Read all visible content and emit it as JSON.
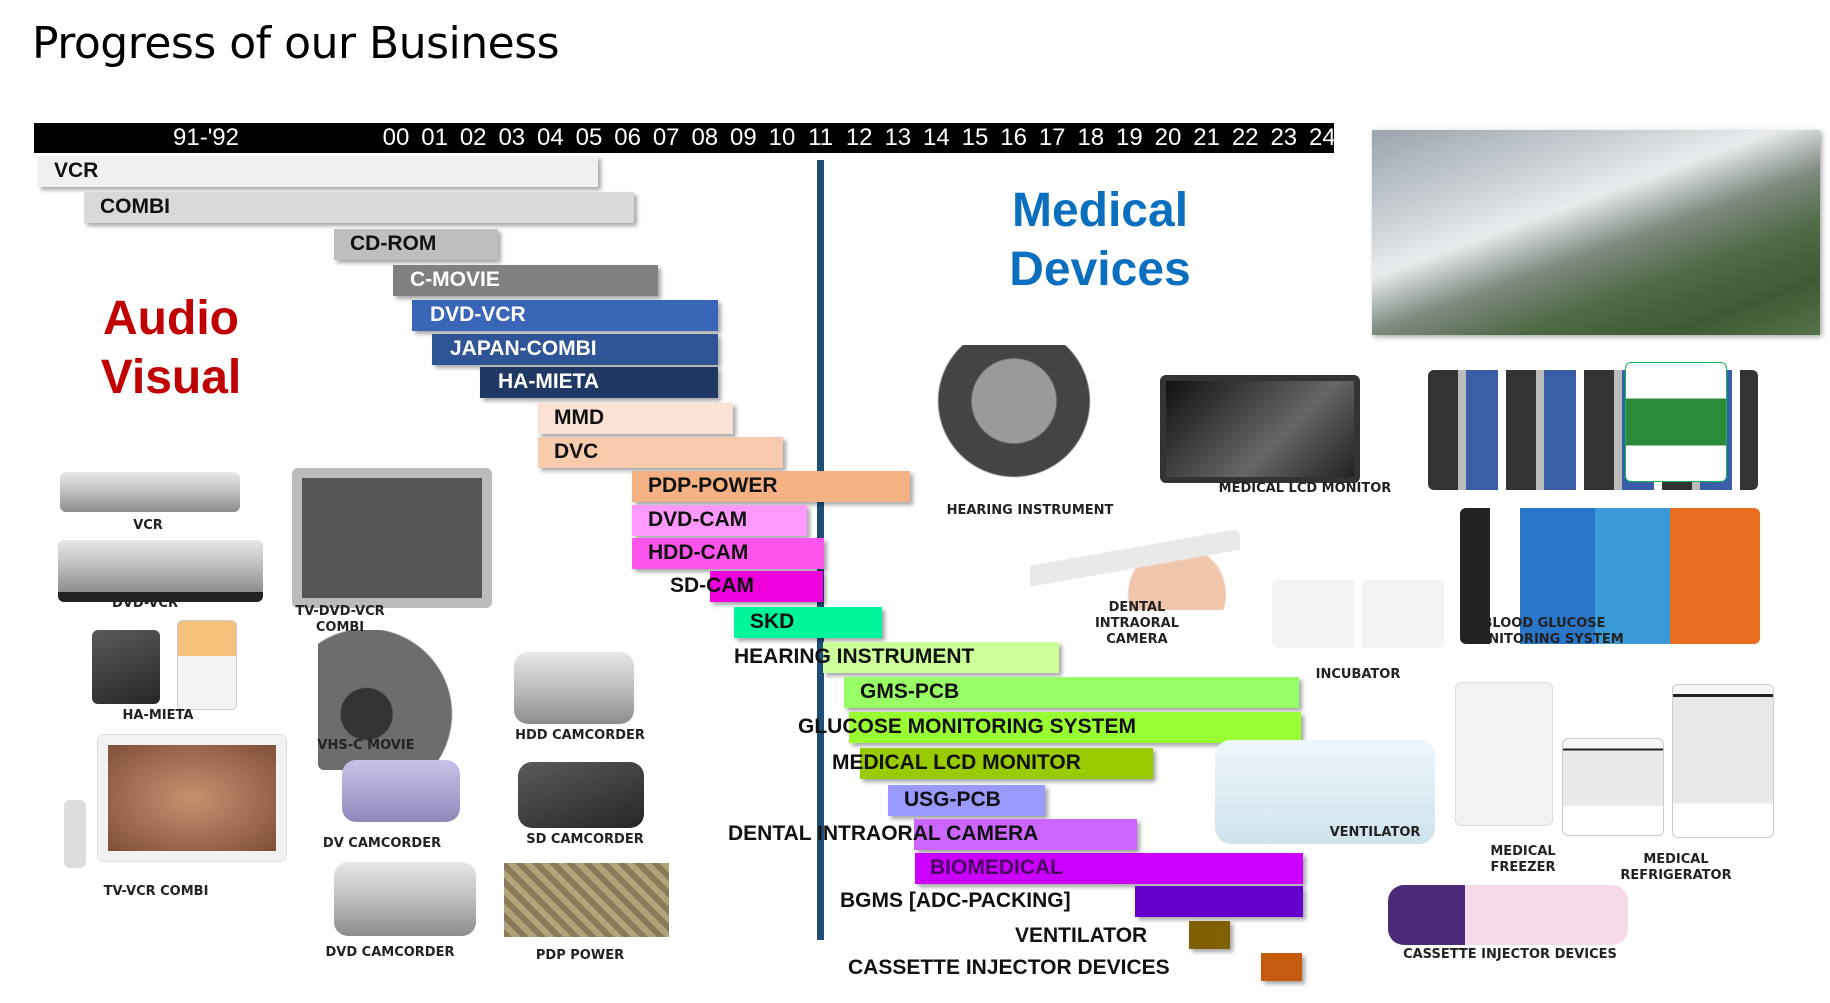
{
  "title": "Progress of our Business",
  "timeline": {
    "ticks": [
      "91-'92",
      "00",
      "01",
      "02",
      "03",
      "04",
      "05",
      "06",
      "07",
      "08",
      "09",
      "10",
      "11",
      "12",
      "13",
      "14",
      "15",
      "16",
      "17",
      "18",
      "19",
      "20",
      "21",
      "22",
      "23",
      "24"
    ]
  },
  "sections": {
    "audio_visual": "Audio Visual",
    "medical_devices": "Medical Devices"
  },
  "chart_data": {
    "type": "gantt",
    "title": "Progress of our Business",
    "x_ticks": [
      "91-'92",
      "00",
      "01",
      "02",
      "03",
      "04",
      "05",
      "06",
      "07",
      "08",
      "09",
      "10",
      "11",
      "12",
      "13",
      "14",
      "15",
      "16",
      "17",
      "18",
      "19",
      "20",
      "21",
      "22",
      "23",
      "24"
    ],
    "divider_year": "11",
    "series": [
      {
        "name": "VCR",
        "group": "Audio Visual",
        "start": "91",
        "end": "05",
        "color": "#f0f0f0"
      },
      {
        "name": "COMBI",
        "group": "Audio Visual",
        "start": "93",
        "end": "06",
        "color": "#d9d9d9"
      },
      {
        "name": "CD-ROM",
        "group": "Audio Visual",
        "start": "98",
        "end": "02",
        "color": "#bfbfbf"
      },
      {
        "name": "C-MOVIE",
        "group": "Audio Visual",
        "start": "01",
        "end": "06",
        "color": "#808080"
      },
      {
        "name": "DVD-VCR",
        "group": "Audio Visual",
        "start": "02",
        "end": "08",
        "color": "#3a66b8"
      },
      {
        "name": "JAPAN-COMBI",
        "group": "Audio Visual",
        "start": "02",
        "end": "08",
        "color": "#2f5597"
      },
      {
        "name": "HA-MIETA",
        "group": "Audio Visual",
        "start": "03",
        "end": "08",
        "color": "#203864"
      },
      {
        "name": "MMD",
        "group": "Audio Visual",
        "start": "04",
        "end": "08",
        "color": "#fbe2d5"
      },
      {
        "name": "DVC",
        "group": "Audio Visual",
        "start": "04",
        "end": "09",
        "color": "#f8cbad"
      },
      {
        "name": "PDP-POWER",
        "group": "Audio Visual",
        "start": "06",
        "end": "13",
        "color": "#f4b183"
      },
      {
        "name": "DVD-CAM",
        "group": "Audio Visual",
        "start": "06",
        "end": "10",
        "color": "#ff99ff"
      },
      {
        "name": "HDD-CAM",
        "group": "Audio Visual",
        "start": "06",
        "end": "11",
        "color": "#ff55ee"
      },
      {
        "name": "SD-CAM",
        "group": "Audio Visual",
        "start": "08",
        "end": "11",
        "color": "#ee00dd"
      },
      {
        "name": "SKD",
        "group": "Audio Visual",
        "start": "09",
        "end": "12",
        "color": "#00f59a"
      },
      {
        "name": "HEARING INSTRUMENT",
        "group": "Medical Devices",
        "start": "11",
        "end": "17",
        "color": "#ccff99"
      },
      {
        "name": "GMS-PCB",
        "group": "Medical Devices",
        "start": "12",
        "end": "24",
        "color": "#99ff66"
      },
      {
        "name": "GLUCOSE MONITORING SYSTEM",
        "group": "Medical Devices",
        "start": "12",
        "end": "24",
        "color": "#99ff33"
      },
      {
        "name": "MEDICAL  LCD MONITOR",
        "group": "Medical Devices",
        "start": "12",
        "end": "20",
        "color": "#99cc00"
      },
      {
        "name": "USG-PCB",
        "group": "Medical Devices",
        "start": "13",
        "end": "17",
        "color": "#9999ff"
      },
      {
        "name": "DENTAL INTRAORAL CAMERA",
        "group": "Medical Devices",
        "start": "14",
        "end": "20",
        "color": "#cc66ff"
      },
      {
        "name": "BIOMEDICAL",
        "group": "Medical Devices",
        "start": "14",
        "end": "24",
        "color": "#cc00ff"
      },
      {
        "name": "BGMS [ADC-PACKING]",
        "group": "Medical Devices",
        "start": "20",
        "end": "24",
        "color": "#6600cc"
      },
      {
        "name": "VENTILATOR",
        "group": "Medical Devices",
        "start": "21",
        "end": "22",
        "color": "#7f6000"
      },
      {
        "name": "CASSETTE INJECTOR DEVICES",
        "group": "Medical Devices",
        "start": "23",
        "end": "24",
        "color": "#c55a11"
      }
    ]
  },
  "av_products": [
    {
      "label": "VCR"
    },
    {
      "label": "DVD-VCR"
    },
    {
      "label": "TV-DVD-VCR\nCOMBI"
    },
    {
      "label": "HA-MIETA"
    },
    {
      "label": "VHS-C MOVIE"
    },
    {
      "label": "HDD CAMCORDER"
    },
    {
      "label": "TV-VCR COMBI"
    },
    {
      "label": "DV CAMCORDER"
    },
    {
      "label": "SD CAMCORDER"
    },
    {
      "label": "DVD CAMCORDER"
    },
    {
      "label": "PDP POWER"
    }
  ],
  "md_products": [
    {
      "label": "HEARING INSTRUMENT"
    },
    {
      "label": "MEDICAL LCD MONITOR"
    },
    {
      "label": "DENTAL\nINTRAORAL\nCAMERA"
    },
    {
      "label": "INCUBATOR"
    },
    {
      "label": "BLOOD GLUCOSE\nMONITORING SYSTEM"
    },
    {
      "label": "VENTILATOR"
    },
    {
      "label": "MEDICAL\nFREEZER"
    },
    {
      "label": "MEDICAL\nREFRIGERATOR"
    },
    {
      "label": "CASSETTE INJECTOR DEVICES"
    }
  ],
  "factory_photo": {
    "alt": "Aerial view of factory"
  }
}
